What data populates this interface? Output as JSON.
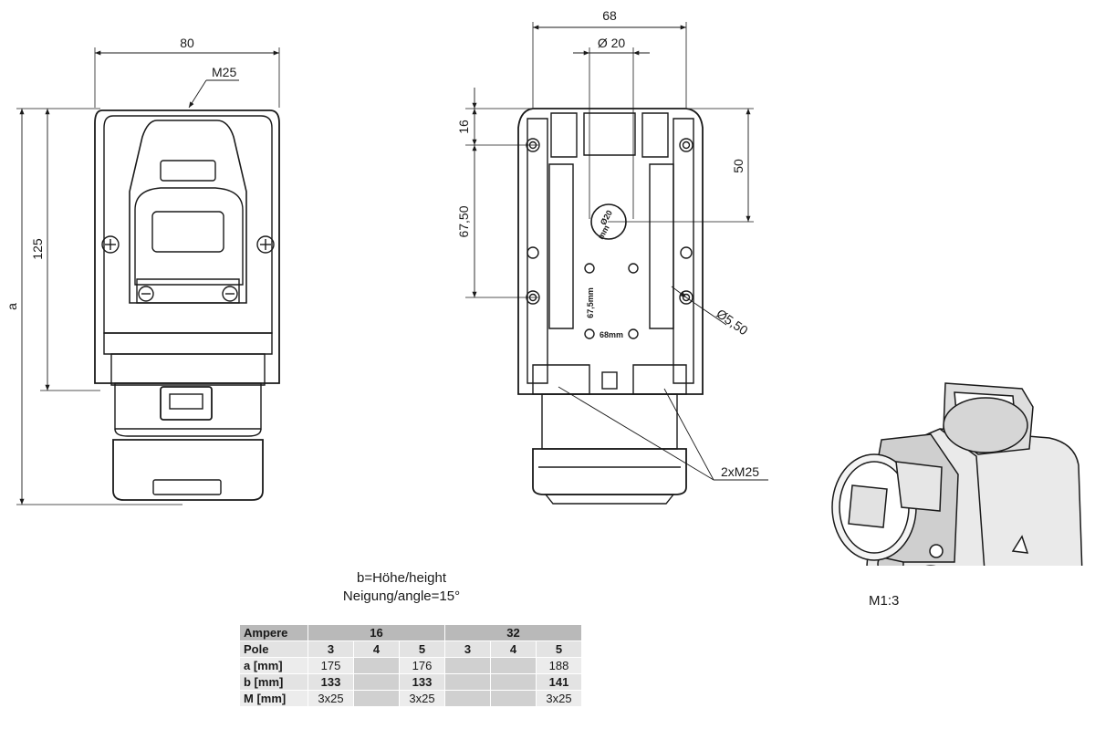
{
  "front_view": {
    "width_label": "80",
    "thread_label": "M25",
    "height_label": "125",
    "overall_label": "a"
  },
  "rear_view": {
    "width_label": "68",
    "hole_label": "Ø 20",
    "dim_top_label": "16",
    "dim_left_label": "67,50",
    "dim_right_label": "50",
    "mount_hole_label": "Ø5,50",
    "entry_label": "2xM25",
    "center_mark_top": "Ø20",
    "center_mark_bottom": "mm",
    "spacing_vertical_mark": "67,5mm",
    "spacing_horizontal_mark": "68mm"
  },
  "notes": {
    "line1": "b=Höhe/height",
    "line2": "Neigung/angle=15°"
  },
  "scale_label": "M1:3",
  "table": {
    "rows": [
      {
        "header": "Ampere",
        "groups": [
          "16",
          "32"
        ]
      },
      {
        "header": "Pole",
        "cells": [
          "3",
          "4",
          "5",
          "3",
          "4",
          "5"
        ]
      },
      {
        "header": "a [mm]",
        "cells": [
          "175",
          "",
          "176",
          "",
          "",
          "188"
        ]
      },
      {
        "header": "b [mm]",
        "cells": [
          "133",
          "",
          "133",
          "",
          "",
          "141"
        ]
      },
      {
        "header": "M [mm]",
        "cells": [
          "3x25",
          "",
          "3x25",
          "",
          "",
          "3x25"
        ]
      }
    ]
  },
  "icons": [
    "socket-front-view",
    "socket-rear-view",
    "socket-isometric-view"
  ]
}
